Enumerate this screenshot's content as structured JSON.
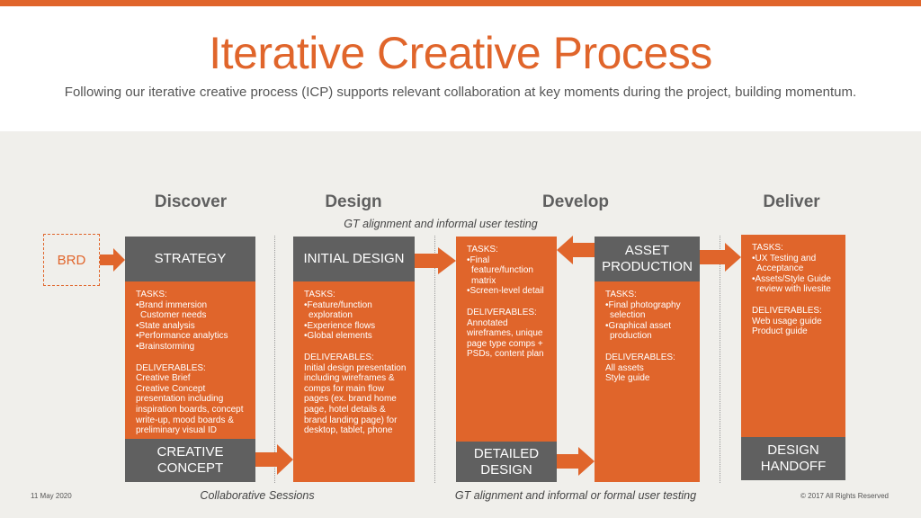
{
  "title": "Iterative Creative Process",
  "subtitle": "Following our iterative creative process (ICP) supports relevant collaboration at key moments during the project, building momentum.",
  "phases": [
    "Discover",
    "Design",
    "Develop",
    "Deliver"
  ],
  "notes": {
    "top": "GT alignment and informal user testing",
    "bottom_left": "Collaborative Sessions",
    "bottom_right": "GT alignment and informal or formal user testing"
  },
  "brd": "BRD",
  "strategy": {
    "header": "STRATEGY",
    "tasks_label": "TASKS:",
    "tasks": [
      "Brand immersion Customer needs",
      "State analysis",
      "Performance analytics",
      "Brainstorming"
    ],
    "deliverables_label": "DELIVERABLES:",
    "deliverables": [
      "Creative Brief",
      "Creative Concept presentation including inspiration boards, concept write-up, mood boards & preliminary visual ID"
    ],
    "footer": "CREATIVE CONCEPT"
  },
  "initial_design": {
    "header": "INITIAL DESIGN",
    "tasks_label": "TASKS:",
    "tasks": [
      "Feature/function exploration",
      "Experience flows",
      "Global elements"
    ],
    "deliverables_label": "DELIVERABLES:",
    "deliverables": [
      "Initial design presentation including wireframes & comps for main flow pages (ex. brand home page, hotel details & brand landing page) for desktop, tablet, phone"
    ]
  },
  "develop": {
    "tasks_label": "TASKS:",
    "tasks": [
      "Final feature/function matrix",
      "Screen-level detail"
    ],
    "deliverables_label": "DELIVERABLES:",
    "deliverables": [
      "Annotated wireframes, unique page type comps + PSDs, content plan"
    ],
    "footer": "DETAILED DESIGN"
  },
  "asset_production": {
    "header": "ASSET PRODUCTION",
    "tasks_label": "TASKS:",
    "tasks": [
      "Final photography selection",
      "Graphical asset production"
    ],
    "deliverables_label": "DELIVERABLES:",
    "deliverables": [
      "All assets",
      "Style guide"
    ]
  },
  "deliver": {
    "tasks_label": "TASKS:",
    "tasks": [
      "UX Testing and Acceptance",
      "Assets/Style Guide review with livesite"
    ],
    "deliverables_label": "DELIVERABLES:",
    "deliverables": [
      "Web usage guide",
      "Product guide"
    ],
    "footer": "DESIGN HANDOFF"
  },
  "footer": {
    "date": "11 May 2020",
    "copyright": "© 2017 All Rights Reserved"
  },
  "colors": {
    "accent": "#e0652b",
    "box_gray": "#606060",
    "panel_bg": "#f0efeb"
  }
}
